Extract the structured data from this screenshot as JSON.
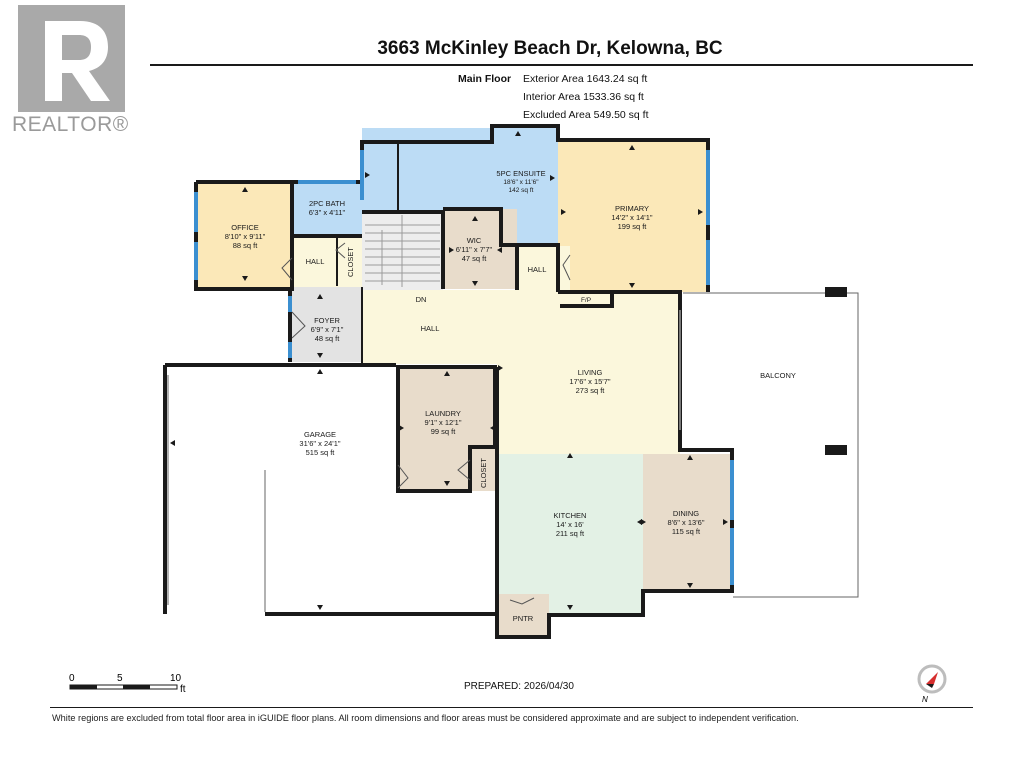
{
  "header": {
    "title": "3663 McKinley Beach Dr, Kelowna, BC",
    "logo_text": "REALTOR®",
    "logo_letter": "R"
  },
  "floor_info": {
    "floor_name": "Main Floor",
    "rows": [
      {
        "label": "Exterior Area",
        "value": "1643.24 sq ft"
      },
      {
        "label": "Interior Area",
        "value": "1533.36 sq ft"
      },
      {
        "label": "Excluded Area",
        "value": "549.50 sq ft"
      }
    ]
  },
  "rooms": {
    "ensuite": {
      "name": "5PC ENSUITE",
      "dims": "18'6\" x 11'6\"",
      "area": "142 sq ft"
    },
    "primary": {
      "name": "PRIMARY",
      "dims": "14'2\" x 14'1\"",
      "area": "199 sq ft"
    },
    "office": {
      "name": "OFFICE",
      "dims": "8'10\" x 9'11\"",
      "area": "88 sq ft"
    },
    "bath2": {
      "name": "2PC BATH",
      "dims": "6'3\" x 4'11\""
    },
    "wic": {
      "name": "WIC",
      "dims": "6'11\" x 7'7\"",
      "area": "47 sq ft"
    },
    "foyer": {
      "name": "FOYER",
      "dims": "6'9\" x 7'1\"",
      "area": "48 sq ft"
    },
    "living": {
      "name": "LIVING",
      "dims": "17'6\" x 15'7\"",
      "area": "273 sq ft"
    },
    "garage": {
      "name": "GARAGE",
      "dims": "31'6\" x 24'1\"",
      "area": "515 sq ft"
    },
    "laundry": {
      "name": "LAUNDRY",
      "dims": "9'1\" x 12'1\"",
      "area": "99 sq ft"
    },
    "kitchen": {
      "name": "KITCHEN",
      "dims": "14' x 16'",
      "area": "211 sq ft"
    },
    "dining": {
      "name": "DINING",
      "dims": "8'6\" x 13'6\"",
      "area": "115 sq ft"
    }
  },
  "labels": {
    "hall": "HALL",
    "closet": "CLOSET",
    "dn": "DN",
    "fp": "F/P",
    "balcony": "BALCONY",
    "pantry": "PNTR"
  },
  "scale_bar": {
    "t0": "0",
    "t5": "5",
    "t10": "10",
    "unit": "ft"
  },
  "prepared": "PREPARED: 2026/04/30",
  "compass_label": "N",
  "footer": "White regions are excluded from total floor area in iGUIDE floor plans. All room dimensions and floor areas must be considered approximate and are subject to independent verification.",
  "colors": {
    "wall": "#1a1a1a",
    "office": "#fbe8b8",
    "primary": "#fbe8b8",
    "bath": "#bcdcf5",
    "ensuite": "#bcdcf5",
    "wic": "#e8dccb",
    "laundry": "#e8dccb",
    "dining": "#e8dccb",
    "hall": "#fbf7dc",
    "foyer": "#e3e3e3",
    "kitchen": "#e3f1e5",
    "window": "#3b8fd0",
    "logo": "#a9a9a9"
  }
}
